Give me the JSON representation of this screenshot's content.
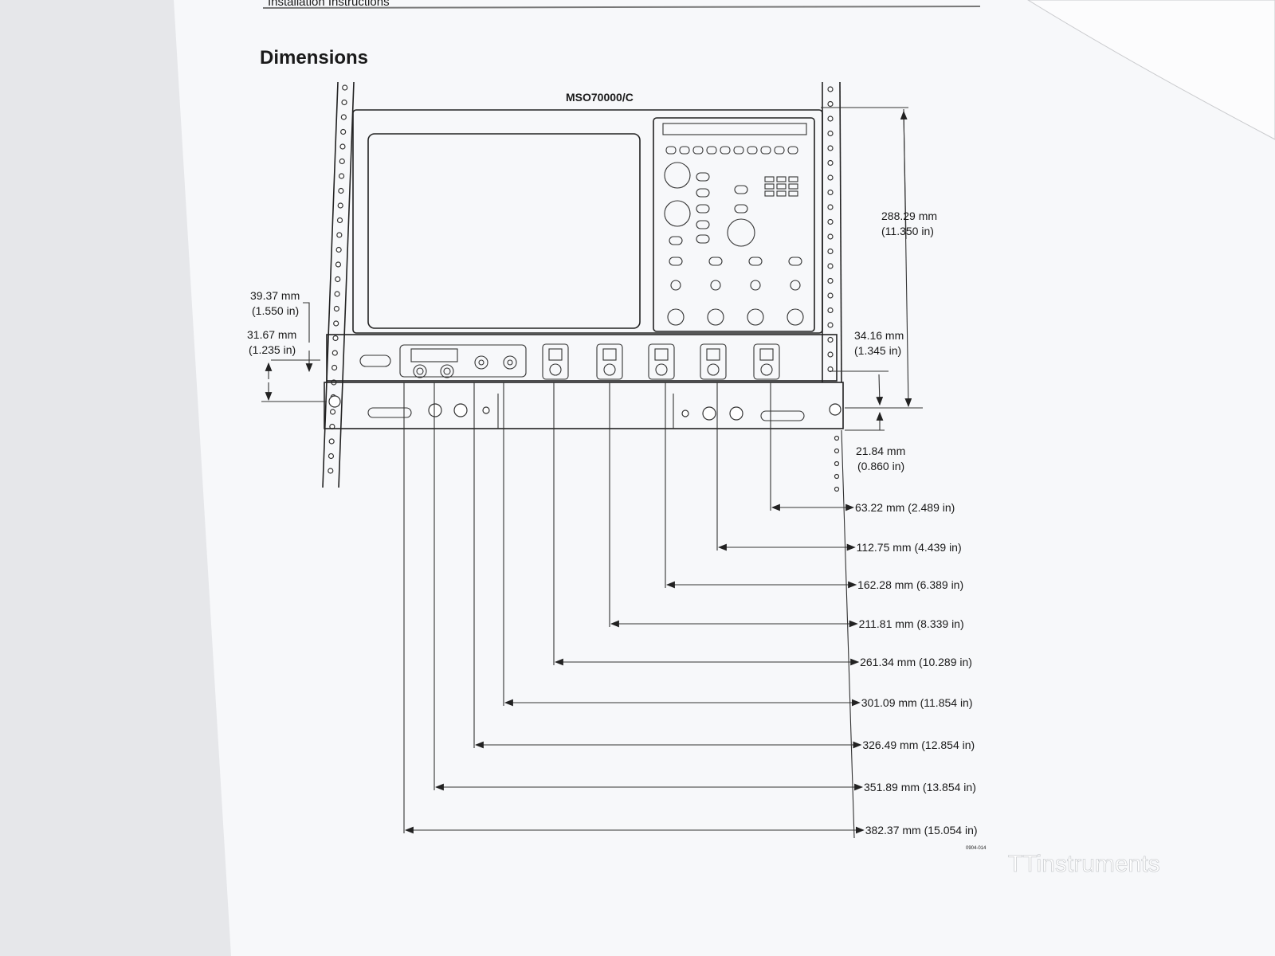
{
  "header": {
    "running_title": "Installation Instructions"
  },
  "section_title": "Dimensions",
  "figure": {
    "model": "MSO70000/C",
    "figure_id": "0904-014",
    "height_dims": [
      {
        "mm": "288.29 mm",
        "in": "(11.350 in)"
      },
      {
        "mm": "34.16 mm",
        "in": "(1.345 in)"
      },
      {
        "mm": "21.84 mm",
        "in": "(0.860 in)"
      },
      {
        "mm": "39.37 mm",
        "in": "(1.550 in)"
      },
      {
        "mm": "31.67 mm",
        "in": "(1.235 in)"
      }
    ],
    "horizontal_dims": [
      "63.22 mm (2.489 in)",
      "112.75 mm (4.439 in)",
      "162.28 mm (6.389 in)",
      "211.81 mm (8.339 in)",
      "261.34 mm (10.289 in)",
      "301.09 mm (11.854 in)",
      "326.49 mm (12.854 in)",
      "351.89 mm (13.854 in)",
      "382.37 mm (15.054 in)"
    ]
  },
  "watermark": "TTinstruments",
  "colors": {
    "paper": "#f7f8fa",
    "background": "#e6e7ea",
    "ink": "#1a1a1a"
  }
}
